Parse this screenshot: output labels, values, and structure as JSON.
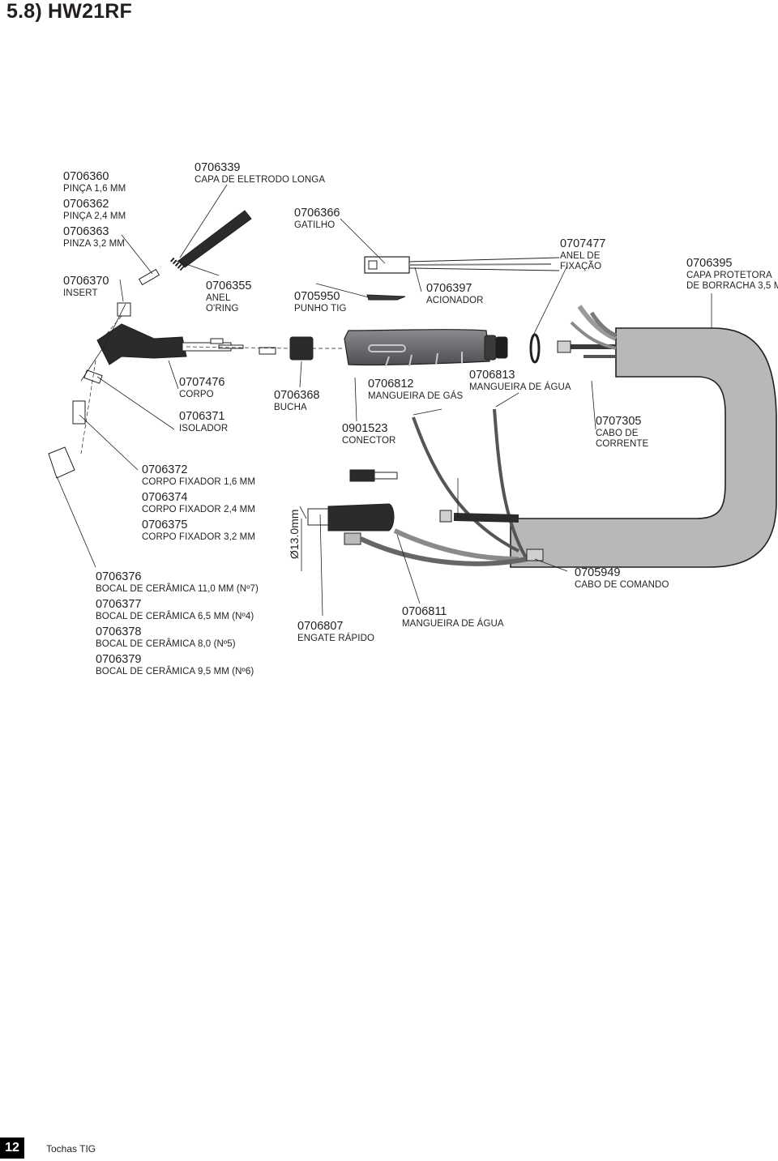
{
  "title": "5.8) HW21RF",
  "parts": {
    "p0706360": {
      "code": "0706360",
      "desc": "PINÇA 1,6 MM"
    },
    "p0706362": {
      "code": "0706362",
      "desc": "PINÇA 2,4 MM"
    },
    "p0706363": {
      "code": "0706363",
      "desc": "PINZA 3,2 MM"
    },
    "p0706370": {
      "code": "0706370",
      "desc": "INSERT"
    },
    "p0706339": {
      "code": "0706339",
      "desc": "CAPA DE ELETRODO LONGA"
    },
    "p0706355": {
      "code": "0706355",
      "desc1": "ANEL",
      "desc2": "O'RING"
    },
    "p0706366": {
      "code": "0706366",
      "desc": "GATILHO"
    },
    "p0705950": {
      "code": "0705950",
      "desc": "PUNHO TIG"
    },
    "p0706397": {
      "code": "0706397",
      "desc": "ACIONADOR"
    },
    "p0707477": {
      "code": "0707477",
      "desc1": "ANEL DE",
      "desc2": "FIXAÇÃO"
    },
    "p0706395": {
      "code": "0706395",
      "desc1": "CAPA PROTETORA",
      "desc2": "DE BORRACHA 3,5 M"
    },
    "p0707476": {
      "code": "0707476",
      "desc": "CORPO"
    },
    "p0706371": {
      "code": "0706371",
      "desc": "ISOLADOR"
    },
    "p0706368": {
      "code": "0706368",
      "desc": "BUCHA"
    },
    "p0706812": {
      "code": "0706812",
      "desc": "MANGUEIRA DE GÁS"
    },
    "p0706813": {
      "code": "0706813",
      "desc": "MANGUEIRA DE ÁGUA"
    },
    "p0901523": {
      "code": "0901523",
      "desc": "CONECTOR"
    },
    "p0707305": {
      "code": "0707305",
      "desc1": "CABO DE",
      "desc2": "CORRENTE"
    },
    "p0706372": {
      "code": "0706372",
      "desc": "CORPO FIXADOR 1,6 MM"
    },
    "p0706374": {
      "code": "0706374",
      "desc": "CORPO FIXADOR 2,4 MM"
    },
    "p0706375": {
      "code": "0706375",
      "desc": "CORPO FIXADOR 3,2 MM"
    },
    "p0706376": {
      "code": "0706376",
      "desc": "BOCAL DE CERÂMICA 11,0 MM (Nº7)"
    },
    "p0706377": {
      "code": "0706377",
      "desc": "BOCAL DE CERÂMICA 6,5 MM (Nº4)"
    },
    "p0706378": {
      "code": "0706378",
      "desc": "BOCAL DE CERÂMICA 8,0 (Nº5)"
    },
    "p0706379": {
      "code": "0706379",
      "desc": "BOCAL DE CERÂMICA 9,5 MM (Nº6)"
    },
    "p0705949": {
      "code": "0705949",
      "desc": "CABO DE COMANDO"
    },
    "p0706807": {
      "code": "0706807",
      "desc": "ENGATE RÁPIDO"
    },
    "p0706811": {
      "code": "0706811",
      "desc": "MANGUEIRA DE ÁGUA"
    }
  },
  "dimension": "Ø13.0mm",
  "footer": {
    "page_number": "12",
    "section": "Tochas TIG"
  },
  "colors": {
    "ink": "#231f20",
    "part_dark": "#2b2b2b",
    "hose_gray": "#b5b5b5",
    "handle_gray": "#6d6e71"
  }
}
